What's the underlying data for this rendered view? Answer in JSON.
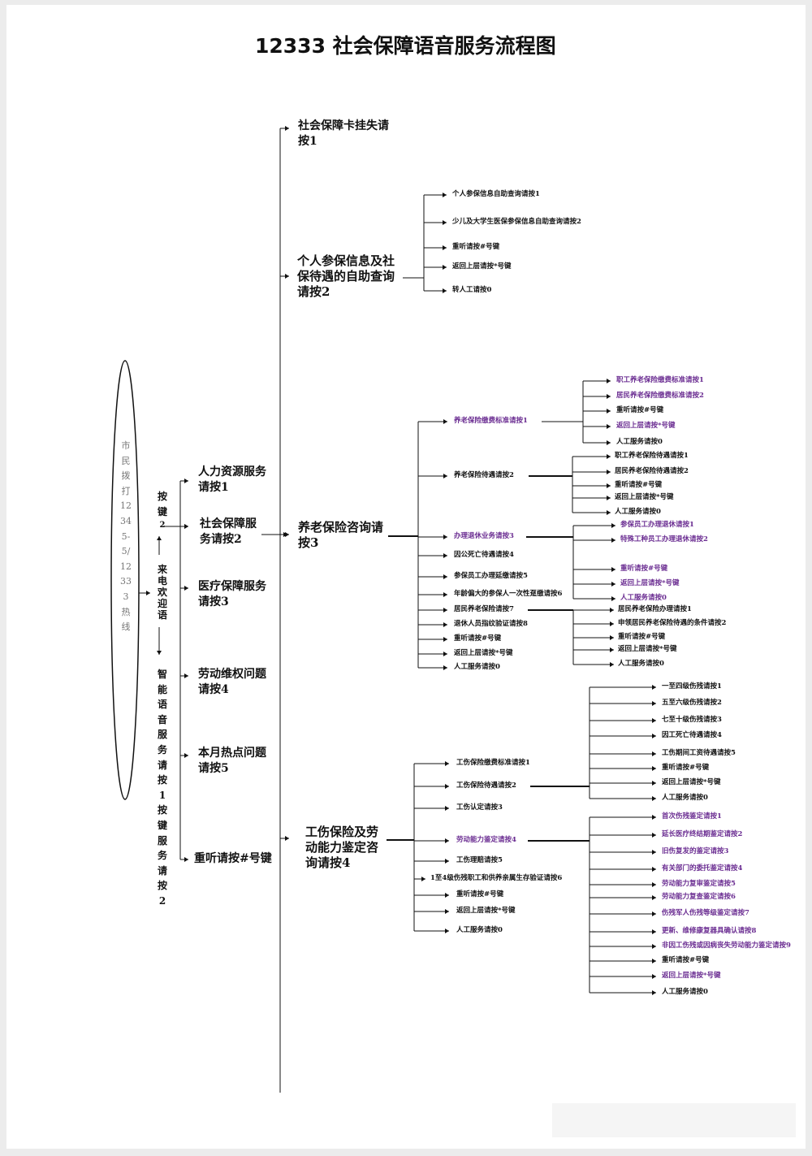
{
  "title": "12333 社会保障语音服务流程图",
  "left_oval_text": "市民拨打12345-5/12333热线",
  "anjian": "按键",
  "two": "2",
  "greeting": "来电欢迎语",
  "smart_voice": "智能语音服务请按1按键服务请按2",
  "level1": [
    "人力资源服务请按1",
    "社会保障服务请按2",
    "医疗保障服务请按3",
    "劳动维权问题请按4",
    "本月热点问题请按5",
    "重听请按#号键"
  ],
  "level2": [
    "社会保障卡挂失请按1",
    "个人参保信息及社保待遇的自助查询请按2",
    "养老保险咨询请按3",
    "工伤保险及劳动能力鉴定咨询请按4"
  ],
  "query_menu": [
    "个人参保信息自助查询请按1",
    "少儿及大学生医保参保信息自助查询请按2",
    "重听请按#号键",
    "返回上层请按*号键",
    "转人工请按0"
  ],
  "pension_menu": [
    "养老保险缴费标准请按1",
    "养老保险待遇请按2",
    "办理退休业务请按3",
    "因公死亡待遇请按4",
    "参保员工办理延缴请按5",
    "年龄偏大的参保人一次性趸缴请按6",
    "居民养老保险请按7",
    "退休人员指纹验证请按8",
    "重听请按#号键",
    "返回上层请按*号键",
    "人工服务请按0"
  ],
  "pension_fee_sub": [
    "职工养老保险缴费标准请按1",
    "居民养老保险缴费标准请按2",
    "重听请按#号键",
    "返回上层请按*号键",
    "人工服务请按0"
  ],
  "pension_benefit_sub": [
    "职工养老保险待遇请按1",
    "居民养老保险待遇请按2",
    "重听请按#号键",
    "返回上层请按*号键",
    "人工服务请按0"
  ],
  "retire_sub": [
    "参保员工办理退休请按1",
    "特殊工种员工办理退休请按2",
    "重听请按#号键",
    "返回上层请按*号键",
    "人工服务请按0"
  ],
  "resident_sub": [
    "居民养老保险办理请按1",
    "申领居民养老保险待遇的条件请按2",
    "重听请按#号键",
    "返回上层请按*号键",
    "人工服务请按0"
  ],
  "injury_menu": [
    "工伤保险缴费标准请按1",
    "工伤保险待遇请按2",
    "工伤认定请按3",
    "劳动能力鉴定请按4",
    "工伤理赔请按5",
    "1至4级伤残职工和供养亲属生存验证请按6",
    "重听请按#号键",
    "返回上层请按*号键",
    "人工服务请按0"
  ],
  "injury_benefit_sub": [
    "一至四级伤残请按1",
    "五至六级伤残请按2",
    "七至十级伤残请按3",
    "因工死亡待遇请按4",
    "工伤期间工资待遇请按5",
    "重听请按#号键",
    "返回上层请按*号键",
    "人工服务请按0"
  ],
  "capacity_sub": [
    "首次伤残鉴定请按1",
    "延长医疗终结期鉴定请按2",
    "旧伤复发的鉴定请按3",
    "有关部门的委托鉴定请按4",
    "劳动能力复审鉴定请按5",
    "劳动能力复查鉴定请按6",
    "伤残军人伤残等级鉴定请按7",
    "更新、维修康复器具确认请按8",
    "非因工伤残或因病丧失劳动能力鉴定请按9",
    "重听请按#号键",
    "返回上层请按*号键",
    "人工服务请按0"
  ],
  "colors": {
    "purple": "#6a2c91",
    "line": "#111111"
  }
}
